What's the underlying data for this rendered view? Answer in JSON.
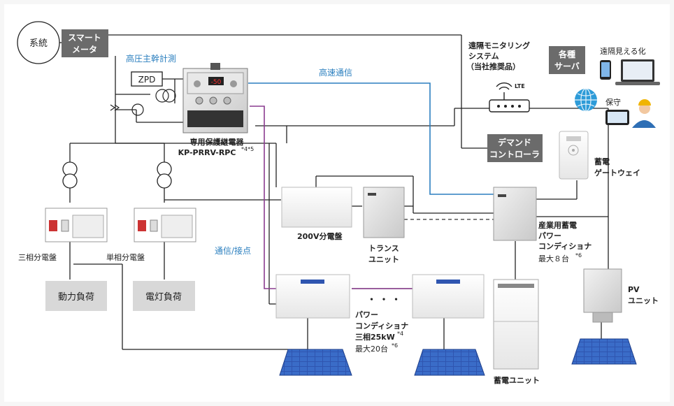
{
  "labels": {
    "grid": "系統",
    "smart_meter": [
      "スマート",
      "メータ"
    ],
    "hv_trunk": "高圧主幹計測",
    "zpd": "ZPD",
    "relay": [
      "専用保護継電器",
      "KP-PRRV-RPC",
      "*4*5"
    ],
    "highspeed": "高速通信",
    "remote_monitor": [
      "遠隔モニタリング",
      "システム",
      "（当社推奨品）"
    ],
    "lte": "LTE",
    "servers": [
      "各種",
      "サーバ"
    ],
    "remote_view": "遠隔見える化",
    "maintenance": "保守",
    "demand": [
      "デマンド",
      "コントローラ"
    ],
    "gateway": [
      "蓄電",
      "ゲートウェイ"
    ],
    "panel_200v": "200V分電盤",
    "trans": [
      "トランス",
      "ユニット"
    ],
    "ind_pcs": [
      "産業用蓄電",
      "パワー",
      "コンディショナ",
      "最大８台",
      "*6"
    ],
    "three_phase_panel": "三相分電盤",
    "single_phase_panel": "単相分電盤",
    "comm": "通信/接点",
    "power_load": "動力負荷",
    "light_load": "電灯負荷",
    "dots": "・ ・ ・",
    "pcs": [
      "パワー",
      "コンディショナ",
      "三相25kW",
      "*4",
      "最大20台",
      "*6"
    ],
    "pv_unit": [
      "PV",
      "ユニット"
    ],
    "storage_unit": "蓄電ユニット"
  },
  "colors": {
    "blue_line": "#2b7fbf",
    "purple_line": "#8a3b8f",
    "dark_box": "#6b6b6b",
    "load_box": "#d8d8d8"
  },
  "icons": [
    "smartphone-icon",
    "laptop-icon",
    "globe-icon",
    "technician-icon",
    "router-icon",
    "transformer-icon",
    "solar-panel-icon"
  ]
}
